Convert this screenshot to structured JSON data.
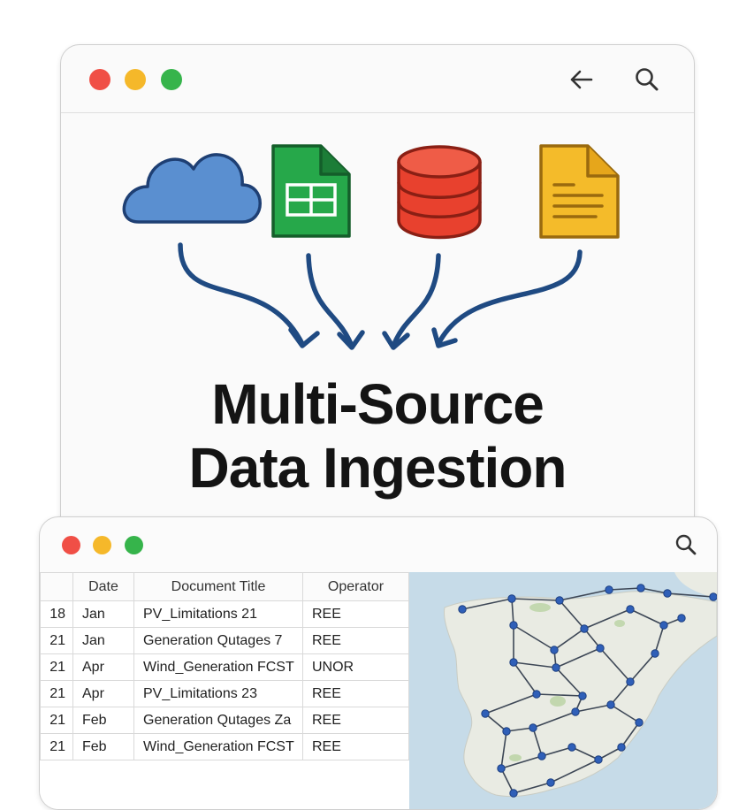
{
  "headline": {
    "line1": "Multi-Source",
    "line2": "Data Ingestion"
  },
  "sources": [
    {
      "name": "cloud",
      "color": "#5a8fd0"
    },
    {
      "name": "spreadsheet",
      "color": "#26a84a"
    },
    {
      "name": "database",
      "color": "#e8412e"
    },
    {
      "name": "document",
      "color": "#f4bb2a"
    }
  ],
  "arrow_color": "#1f4a82",
  "table": {
    "headers": [
      "",
      "Date",
      "Document Title",
      "Operator"
    ],
    "rows": [
      {
        "num": "18",
        "date": "Jan",
        "title": "PV_Limitations 21",
        "operator": "REE"
      },
      {
        "num": "21",
        "date": "Jan",
        "title": "Generation Qutages 7",
        "operator": "REE"
      },
      {
        "num": "21",
        "date": "Apr",
        "title": "Wind_Generation FCST",
        "operator": "UNOR"
      },
      {
        "num": "21",
        "date": "Apr",
        "title": "PV_Limitations 23",
        "operator": "REE"
      },
      {
        "num": "21",
        "date": "Feb",
        "title": "Generation Qutages Za",
        "operator": "REE"
      },
      {
        "num": "21",
        "date": "Feb",
        "title": "Wind_Generation FCST",
        "operator": "REE"
      }
    ]
  },
  "map": {
    "land_color": "#e9ebe3",
    "sea_color": "#c6dbe8",
    "node_color": "#2f5fb8",
    "line_color": "#3d4756"
  }
}
